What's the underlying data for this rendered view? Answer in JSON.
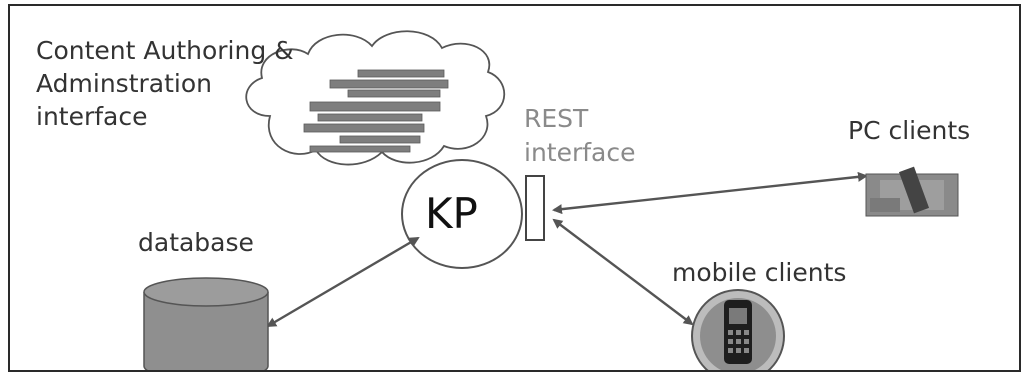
{
  "diagram": {
    "authoring_label_lines": [
      "Content Authoring &",
      "Adminstration",
      "interface"
    ],
    "rest_label_lines": [
      "REST",
      "interface"
    ],
    "pc_clients_label": "PC clients",
    "database_label": "database",
    "mobile_clients_label": "mobile clients",
    "kp_label": "KP"
  },
  "icons": {
    "cloud": "cloud-icon",
    "database": "database-cylinder-icon",
    "pc": "pc-computer-icon",
    "mobile": "mobile-phone-icon",
    "rest": "rest-interface-rectangle"
  },
  "colors": {
    "line": "#555555",
    "fill_grey": "#8f8f8f",
    "label": "#333333",
    "rest_label": "#8a8a8a"
  }
}
